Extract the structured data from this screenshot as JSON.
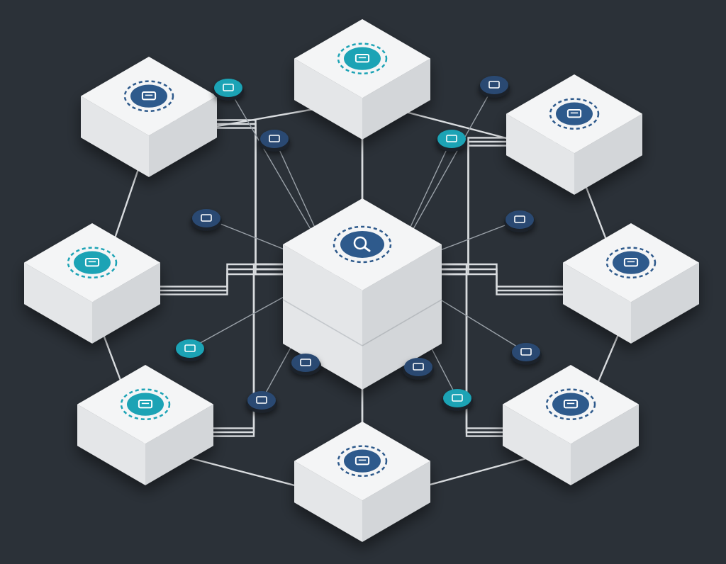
{
  "diagram": {
    "background": "#2b3138",
    "accent_navy": "#2f5a8c",
    "accent_teal": "#1aa3b5",
    "cube_white": "#f4f5f6",
    "hub": {
      "icon": "search-icon",
      "color": "#2f5a8c"
    },
    "blocks": [
      {
        "id": "top-left",
        "icon": "document-stack-icon",
        "color": "#2f5a8c"
      },
      {
        "id": "top",
        "icon": "people-network-icon",
        "color": "#1aa3b5"
      },
      {
        "id": "top-right",
        "icon": "check-badge-icon",
        "color": "#2f5a8c"
      },
      {
        "id": "left",
        "icon": "clipboard-icon",
        "color": "#1aa3b5"
      },
      {
        "id": "right",
        "icon": "analytics-icon",
        "color": "#2f5a8c"
      },
      {
        "id": "bottom-left",
        "icon": "chart-board-icon",
        "color": "#1aa3b5"
      },
      {
        "id": "bottom",
        "icon": "tools-icon",
        "color": "#2f5a8c"
      },
      {
        "id": "bottom-right",
        "icon": "warehouse-icon",
        "color": "#2f5a8c"
      }
    ],
    "satellite_icons": [
      "tag-icon",
      "document-icon",
      "diamond-icon",
      "lightbulb-icon",
      "image-icon",
      "truck-icon",
      "link-icon",
      "cart-icon",
      "gear-icon",
      "flask-icon",
      "key-icon",
      "chat-icon"
    ]
  }
}
